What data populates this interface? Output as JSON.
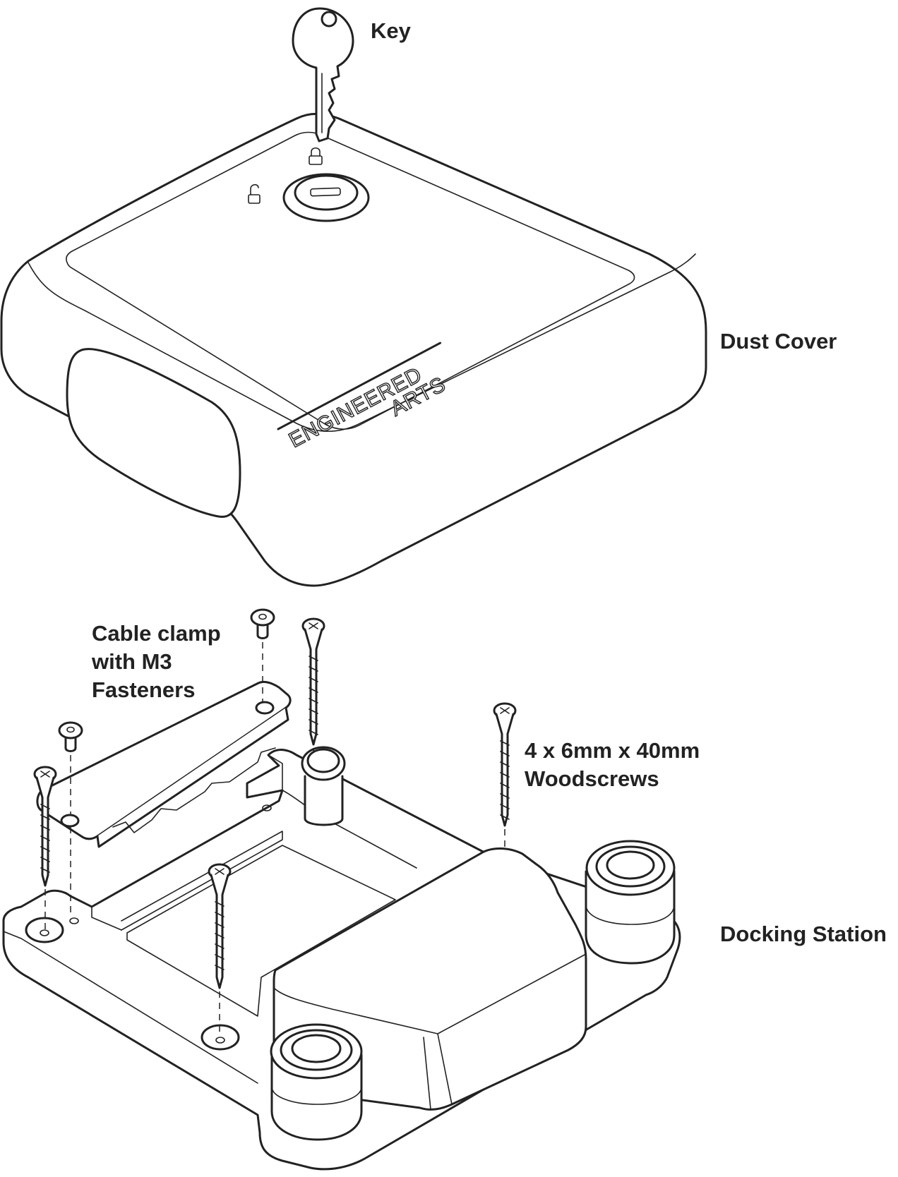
{
  "labels": {
    "key": "Key",
    "dust_cover": "Dust Cover",
    "cable_clamp": [
      "Cable clamp",
      "with M3",
      "Fasteners"
    ],
    "woodscrews": [
      "4 x 6mm x 40mm",
      "Woodscrews"
    ],
    "docking_station": "Docking Station"
  },
  "logo": {
    "line1": "ENGINEERED",
    "line2": "ARTS"
  },
  "colors": {
    "ink": "#222222",
    "paper": "#ffffff"
  }
}
